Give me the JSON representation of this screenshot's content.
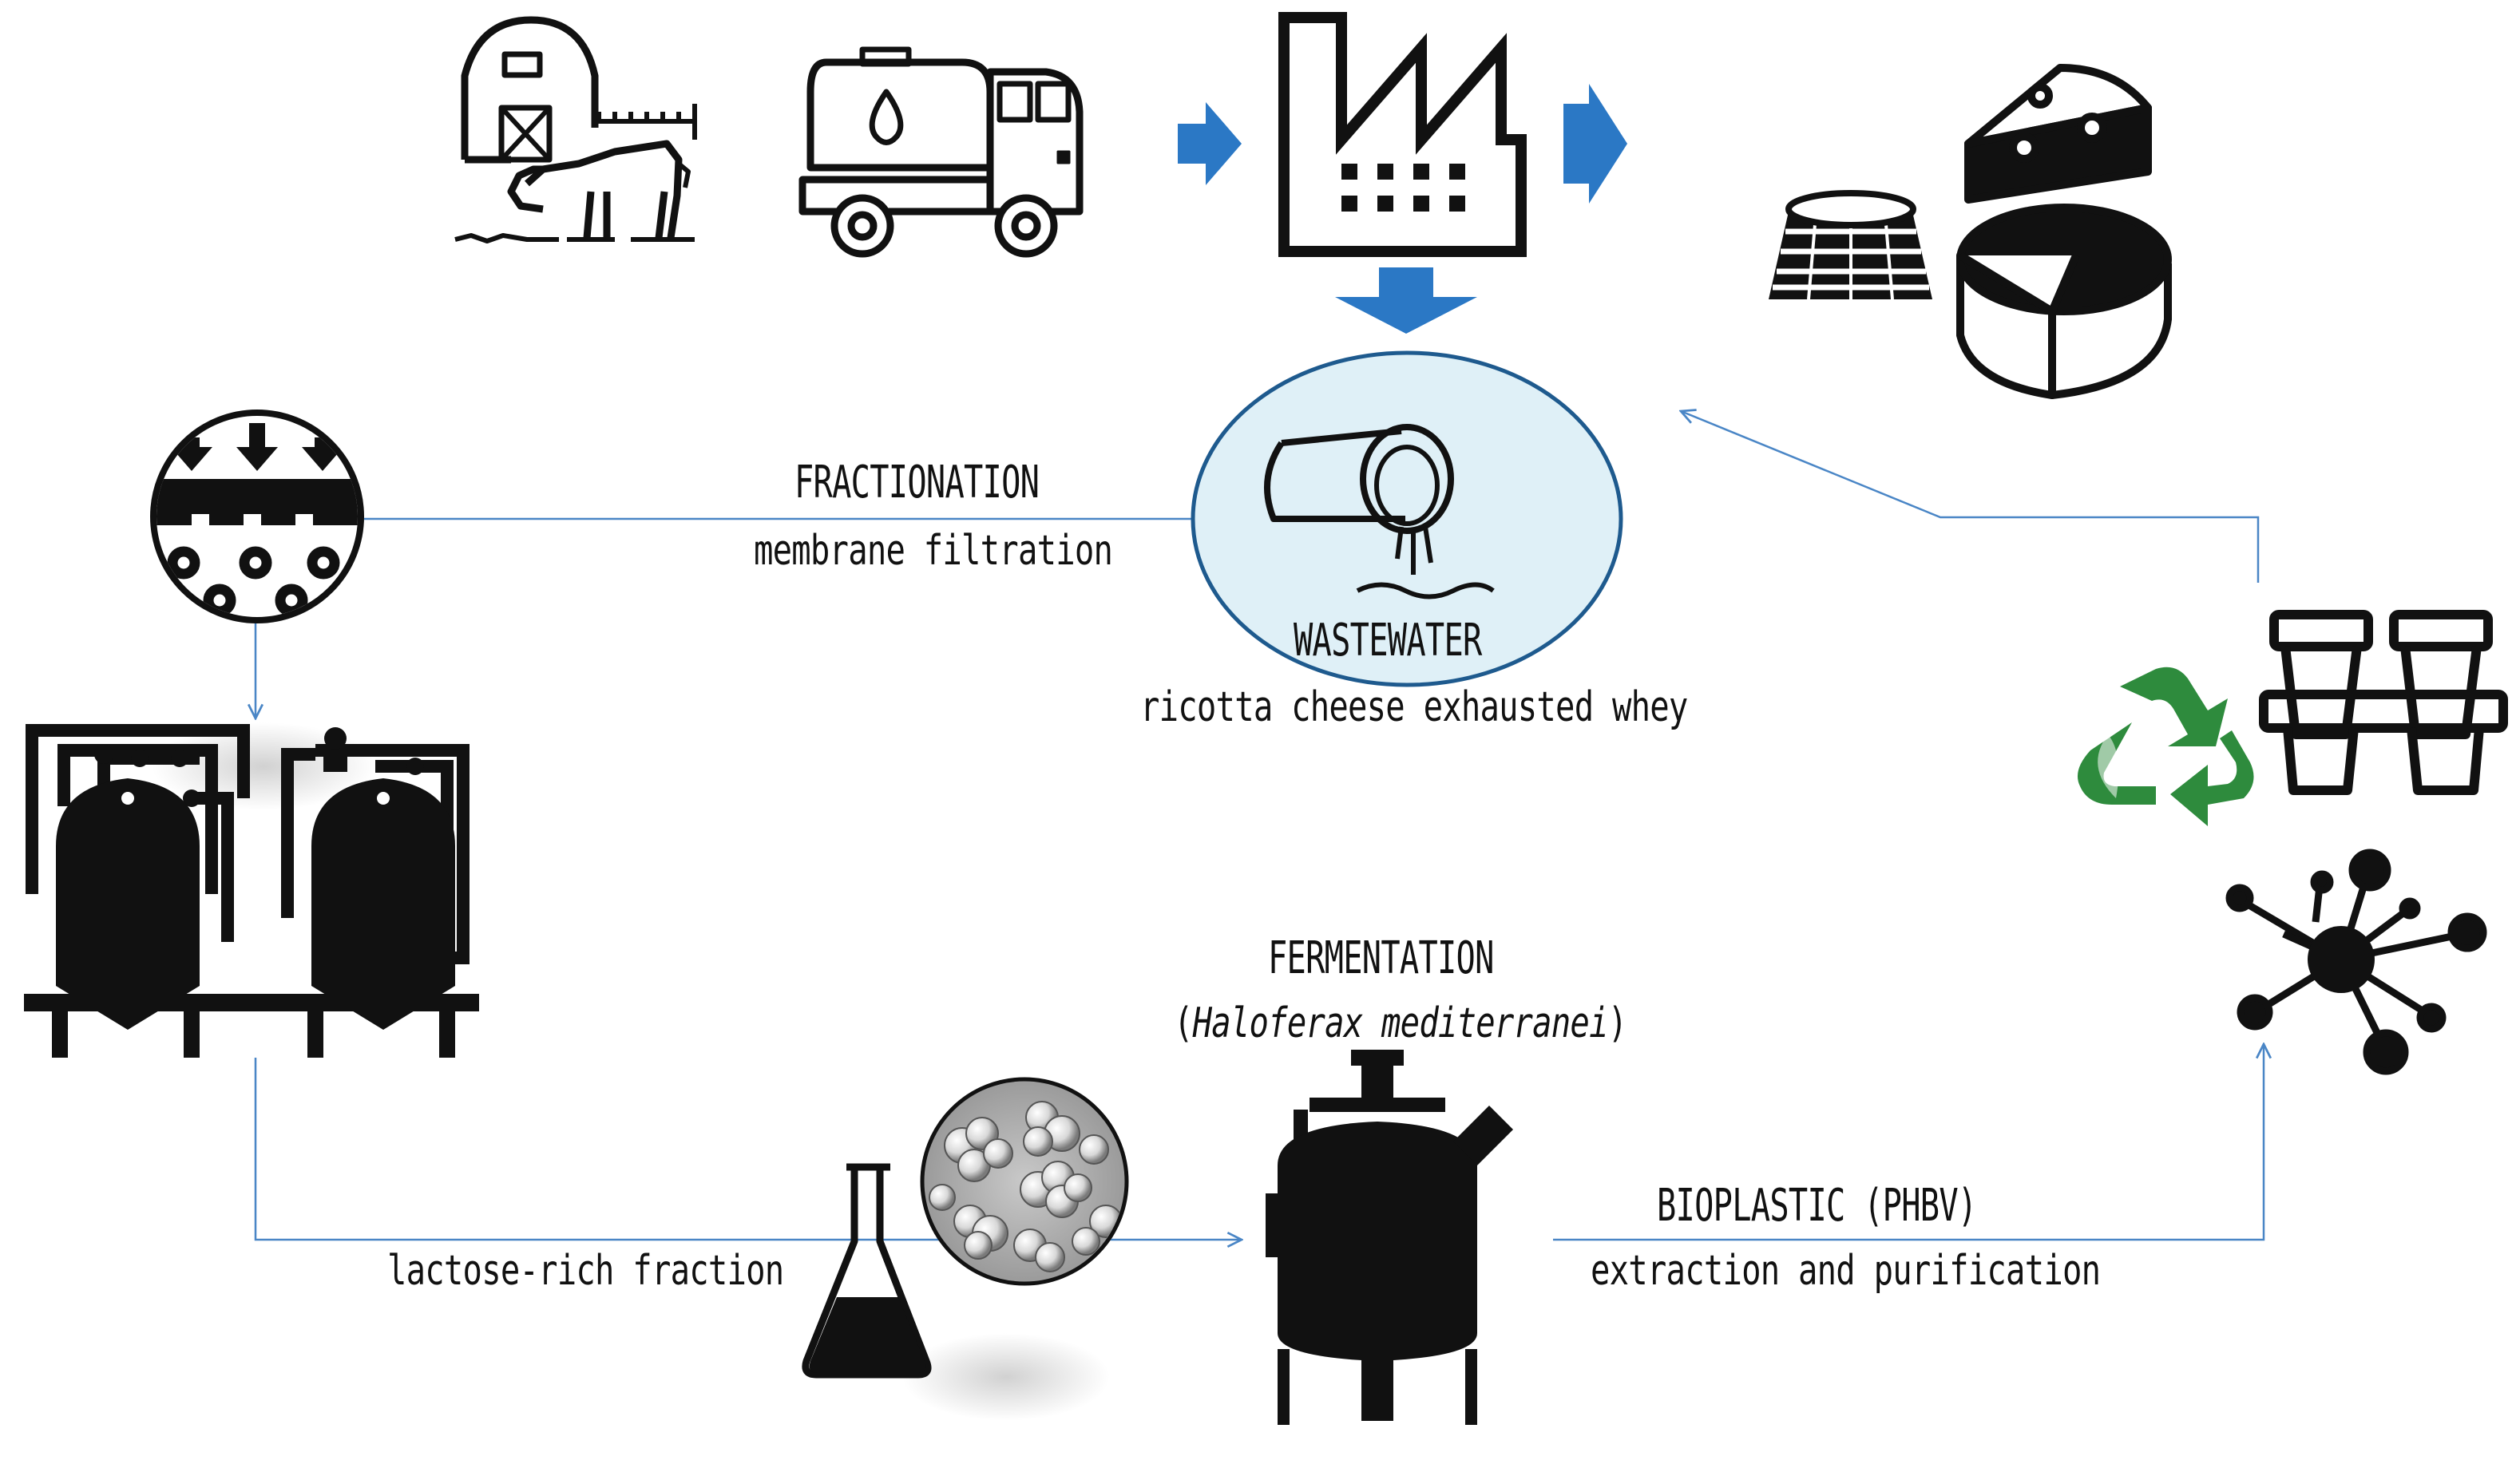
{
  "colors": {
    "arrow_blue": "#2b78c5",
    "line_blue": "#4a86c6",
    "wastewater_fill": "#dff0f7",
    "wastewater_stroke": "#1e5a8e",
    "recycle_green": "#2e8b3d",
    "ink": "#111111"
  },
  "icons": [
    "farm-barn-cow-icon",
    "milk-tanker-truck-icon",
    "factory-icon",
    "ricotta-cheese-icon",
    "cheese-wedge-icon",
    "cheese-wheel-icon",
    "pouring-pipe-icon",
    "membrane-filter-icon",
    "filtration-tanks-icon",
    "erlenmeyer-flask-icon",
    "microscope-cells-icon",
    "bioreactor-icon",
    "recycle-leaf-icon",
    "plastic-cups-icon",
    "polymer-molecule-icon"
  ],
  "labels": {
    "fractionation_title": "FRACTIONATION",
    "fractionation_sub": "membrane filtration",
    "wastewater_title": "WASTEWATER",
    "wastewater_sub": "ricotta cheese exhausted whey",
    "fermentation_title": "FERMENTATION",
    "fermentation_open": "(",
    "fermentation_organism": "Haloferax mediterranei",
    "fermentation_close": ")",
    "bioplastic_title": "BIOPLASTIC (PHBV)",
    "bioplastic_sub": "extraction and purification",
    "lactose_label": "lactose-rich fraction"
  }
}
